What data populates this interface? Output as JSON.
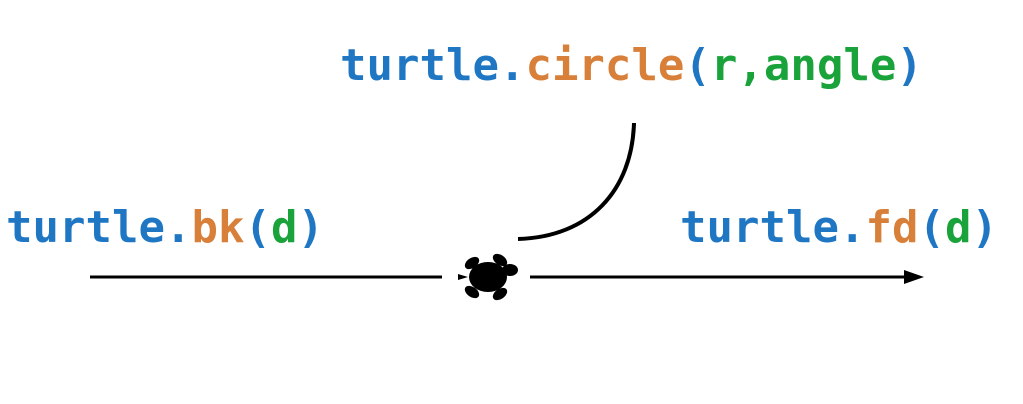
{
  "colors": {
    "object": "#1f77c4",
    "method": "#d8803a",
    "argument": "#1aa33a",
    "line": "#000000",
    "background": "#ffffff"
  },
  "labels": {
    "circle": {
      "object": "turtle",
      "dot": ".",
      "method": "circle",
      "open_paren": "(",
      "arg1": "r",
      "comma": ",",
      "arg2": "angle",
      "close_paren": ")"
    },
    "bk": {
      "object": "turtle",
      "dot": ".",
      "method": "bk",
      "open_paren": "(",
      "arg1": "d",
      "close_paren": ")"
    },
    "fd": {
      "object": "turtle",
      "dot": ".",
      "method": "fd",
      "open_paren": "(",
      "arg1": "d",
      "close_paren": ")"
    }
  },
  "icons": {
    "turtle": "turtle-icon",
    "arrow": "arrow-right-icon"
  }
}
